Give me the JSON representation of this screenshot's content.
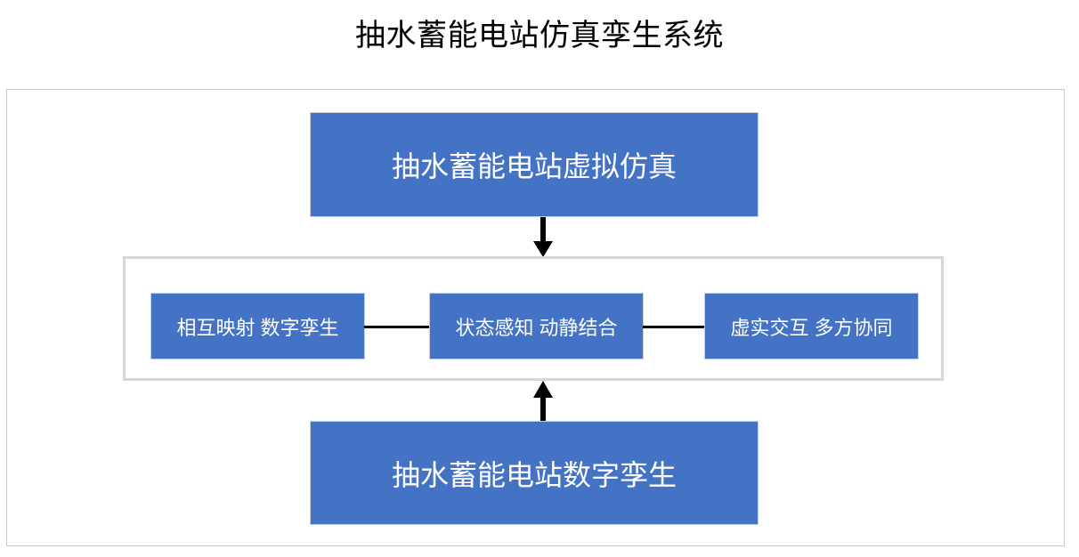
{
  "page": {
    "title": "抽水蓄能电站仿真孪生系统",
    "background_color": "#ffffff"
  },
  "colors": {
    "box_fill": "#4472C4",
    "box_text": "#ffffff",
    "box_border": "#cfcfcf",
    "frame_border": "#d6d6d6",
    "canvas_border": "#c9c9c9",
    "connector": "#000000"
  },
  "diagram": {
    "type": "block-diagram",
    "top_block": {
      "label": "抽水蓄能电站虚拟仿真"
    },
    "bottom_block": {
      "label": "抽水蓄能电站数字孪生"
    },
    "capability_frame": {
      "items": [
        {
          "label": "相互映射 数字孪生"
        },
        {
          "label": "状态感知 动静结合"
        },
        {
          "label": "虚实交互 多方协同"
        }
      ],
      "connectors": [
        {
          "from": 0,
          "to": 1,
          "style": "line"
        },
        {
          "from": 1,
          "to": 2,
          "style": "line"
        }
      ]
    },
    "arrows": [
      {
        "name": "top-to-frame",
        "direction": "down"
      },
      {
        "name": "bottom-to-frame",
        "direction": "up"
      }
    ]
  }
}
